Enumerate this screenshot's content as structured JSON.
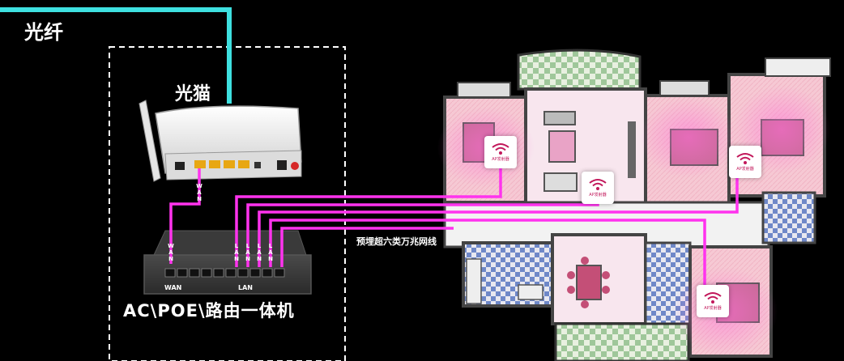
{
  "labels": {
    "fiber": "光纤",
    "modem": "光猫",
    "cable": "预埋超六类万兆网线",
    "router": "AC\\POE\\路由一体机",
    "router_wan": "WAN",
    "router_lan": "LAN",
    "vertical_wan": "WAN",
    "vertical_lan": "LAN"
  },
  "access_points": [
    {
      "label": "AP发射器"
    },
    {
      "label": "AP发射器"
    },
    {
      "label": "AP发射器"
    },
    {
      "label": "AP发射器"
    }
  ],
  "colors": {
    "fiber": "#3ee0e0",
    "cable": "#ff33ee",
    "background": "#000000",
    "box_border": "#ffffff"
  },
  "icons": [
    "wifi-icon",
    "modem-antenna-icon",
    "ethernet-port-icon"
  ]
}
